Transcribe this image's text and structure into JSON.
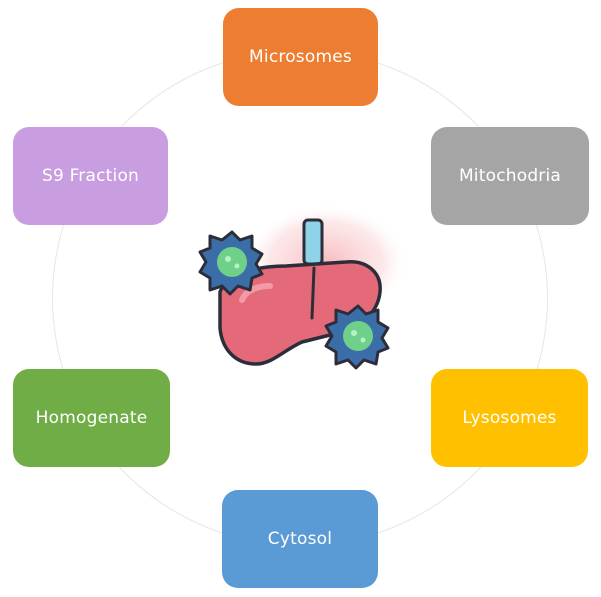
{
  "fractions": [
    {
      "id": "microsomes",
      "label": "Microsomes",
      "color": "#ed7d31"
    },
    {
      "id": "mitochondria",
      "label": "Mitochodria",
      "color": "#a5a5a5"
    },
    {
      "id": "lysosomes",
      "label": "Lysosomes",
      "color": "#ffc000"
    },
    {
      "id": "cytosol",
      "label": "Cytosol",
      "color": "#5b9bd5"
    },
    {
      "id": "homogenate",
      "label": "Homogenate",
      "color": "#70ad47"
    },
    {
      "id": "s9",
      "label": "S9 Fraction",
      "color": "#c89ee0"
    }
  ],
  "center_icon": "liver-with-virus-icon"
}
